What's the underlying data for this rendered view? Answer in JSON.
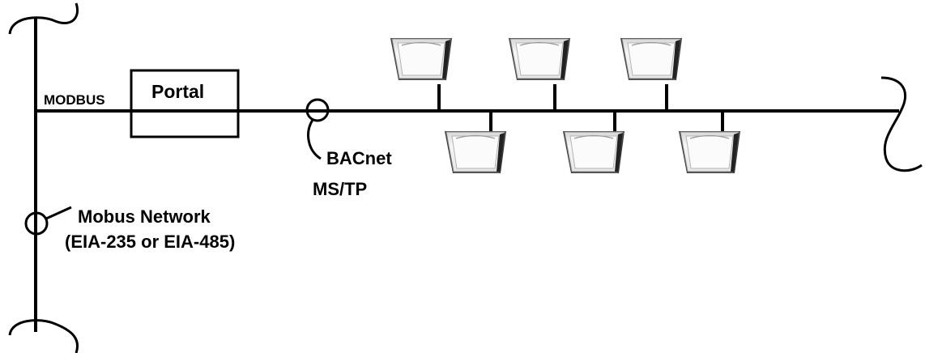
{
  "labels": {
    "modbus": "MODBUS",
    "portal": "Portal",
    "bacnet_line1": "BACnet",
    "bacnet_line2": "MS/TP",
    "network_line1": "Mobus Network",
    "network_line2": "(EIA-235 or EIA-485)"
  },
  "devices": {
    "count_top": 3,
    "count_bottom": 3,
    "icon": "ceiling-diffuser-icon"
  },
  "colors": {
    "line": "#000000",
    "background": "#ffffff",
    "device_face": "#f2f2f2",
    "device_shadow": "#9a9a9a"
  }
}
